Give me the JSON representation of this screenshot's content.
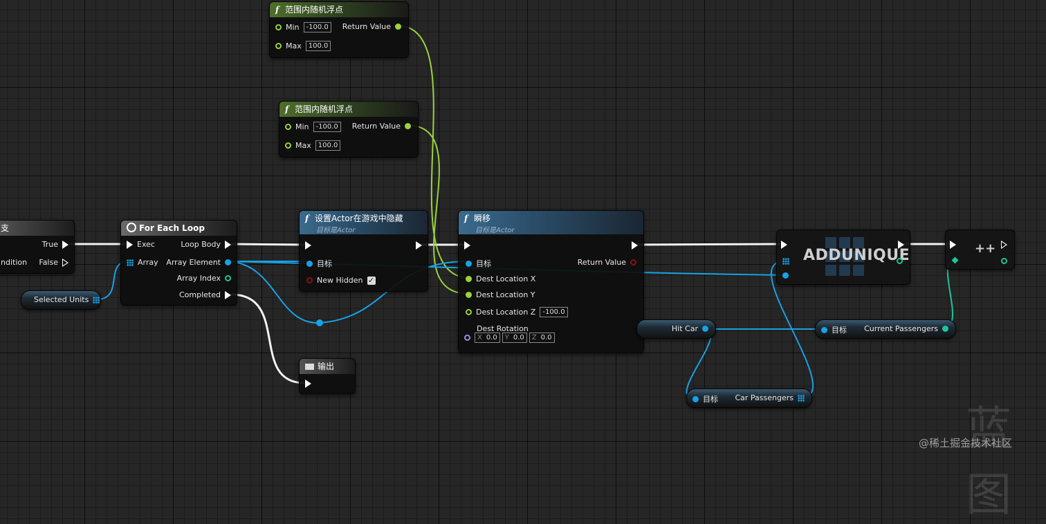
{
  "colors": {
    "exec": "#ffffff",
    "float": "#9bd33b",
    "object": "#17a2e6",
    "int": "#1dc49a",
    "bool": "#8c1010",
    "rotator": "#9a8fe0",
    "background": "#262626"
  },
  "branch": {
    "title": "支",
    "true_label": "True",
    "false_label": "False",
    "condition_label": "ndition"
  },
  "selected_units": {
    "label": "Selected Units"
  },
  "foreach": {
    "title": "For Each Loop",
    "exec": "Exec",
    "array": "Array",
    "loop_body": "Loop Body",
    "array_element": "Array Element",
    "array_index": "Array Index",
    "completed": "Completed"
  },
  "random1": {
    "title": "范围内随机浮点",
    "min_label": "Min",
    "min_value": "-100.0",
    "max_label": "Max",
    "max_value": "100.0",
    "return_label": "Return Value"
  },
  "random2": {
    "title": "范围内随机浮点",
    "min_label": "Min",
    "min_value": "-100.0",
    "max_label": "Max",
    "max_value": "100.0",
    "return_label": "Return Value"
  },
  "set_hidden": {
    "title": "设置Actor在游戏中隐藏",
    "subtitle": "目标是Actor",
    "target": "目标",
    "new_hidden": "New Hidden"
  },
  "output": {
    "title": "输出"
  },
  "teleport": {
    "title": "瞬移",
    "subtitle": "目标是Actor",
    "target": "目标",
    "return_label": "Return Value",
    "dest_x": "Dest Location X",
    "dest_y": "Dest Location Y",
    "dest_z": "Dest Location Z",
    "dest_z_value": "-100.0",
    "dest_rotation": "Dest Rotation",
    "rot": {
      "x_label": "X",
      "x": "0.0",
      "y_label": "Y",
      "y": "0.0",
      "z_label": "Z",
      "z": "0.0"
    }
  },
  "hit_car": {
    "label": "Hit Car"
  },
  "car_passengers": {
    "target": "目标",
    "label": "Car Passengers"
  },
  "addunique": {
    "label": "ADDUNIQUE"
  },
  "current_passengers": {
    "target": "目标",
    "label": "Current Passengers"
  },
  "increment": {
    "label": "++"
  },
  "watermark": {
    "text": "蓝图",
    "credit": "@稀土掘金技术社区"
  }
}
